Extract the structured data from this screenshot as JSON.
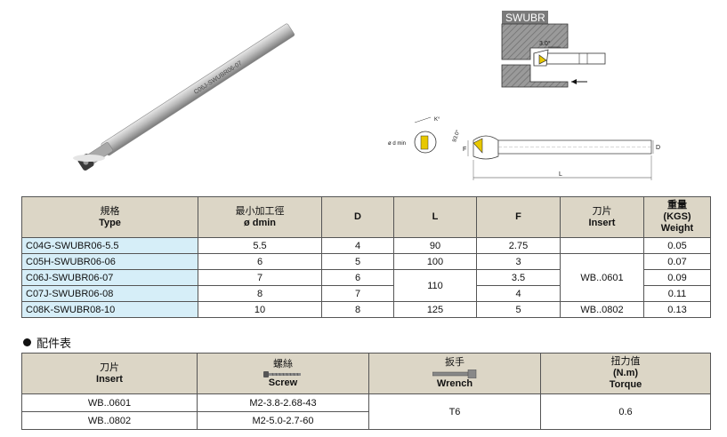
{
  "illustrations": {
    "shank_marking": "C06J-SWUBR06-07",
    "diagram_title": "SWUBR",
    "angle_label": "3.0°",
    "dim_labels": {
      "k": "K°",
      "angle93": "93.0°",
      "dmin": "ø d min",
      "f": "F",
      "d": "D",
      "l": "L"
    }
  },
  "spec_table": {
    "headers": {
      "type_cn": "規格",
      "type_en": "Type",
      "dmin_cn": "最小加工徑",
      "dmin_en": "ø dmin",
      "d": "D",
      "l": "L",
      "f": "F",
      "insert_cn": "刀片",
      "insert_en": "Insert",
      "weight_cn": "重量",
      "weight_unit": "(KGS)",
      "weight_en": "Weight"
    },
    "rows": [
      {
        "type": "C04G-SWUBR06-5.5",
        "dmin": "5.5",
        "d": "4",
        "l": "90",
        "f": "2.75",
        "weight": "0.05"
      },
      {
        "type": "C05H-SWUBR06-06",
        "dmin": "6",
        "d": "5",
        "l": "100",
        "f": "3",
        "weight": "0.07"
      },
      {
        "type": "C06J-SWUBR06-07",
        "dmin": "7",
        "d": "6",
        "l": "110",
        "f": "3.5",
        "weight": "0.09"
      },
      {
        "type": "C07J-SWUBR06-08",
        "dmin": "8",
        "d": "7",
        "f": "4",
        "weight": "0.11"
      },
      {
        "type": "C08K-SWUBR08-10",
        "dmin": "10",
        "d": "8",
        "l": "125",
        "f": "5",
        "weight": "0.13"
      }
    ],
    "insert_merged_1": "WB..0601",
    "insert_row5": "WB..0802"
  },
  "accessories": {
    "heading": "配件表",
    "headers": {
      "insert_cn": "刀片",
      "insert_en": "Insert",
      "screw_cn": "螺絲",
      "screw_en": "Screw",
      "wrench_cn": "扳手",
      "wrench_en": "Wrench",
      "torque_cn": "扭力值",
      "torque_unit": "(N.m)",
      "torque_en": "Torque"
    },
    "rows": [
      {
        "insert": "WB..0601",
        "screw": "M2-3.8-2.68-43"
      },
      {
        "insert": "WB..0802",
        "screw": "M2-5.0-2.7-60"
      }
    ],
    "wrench": "T6",
    "torque": "0.6"
  }
}
